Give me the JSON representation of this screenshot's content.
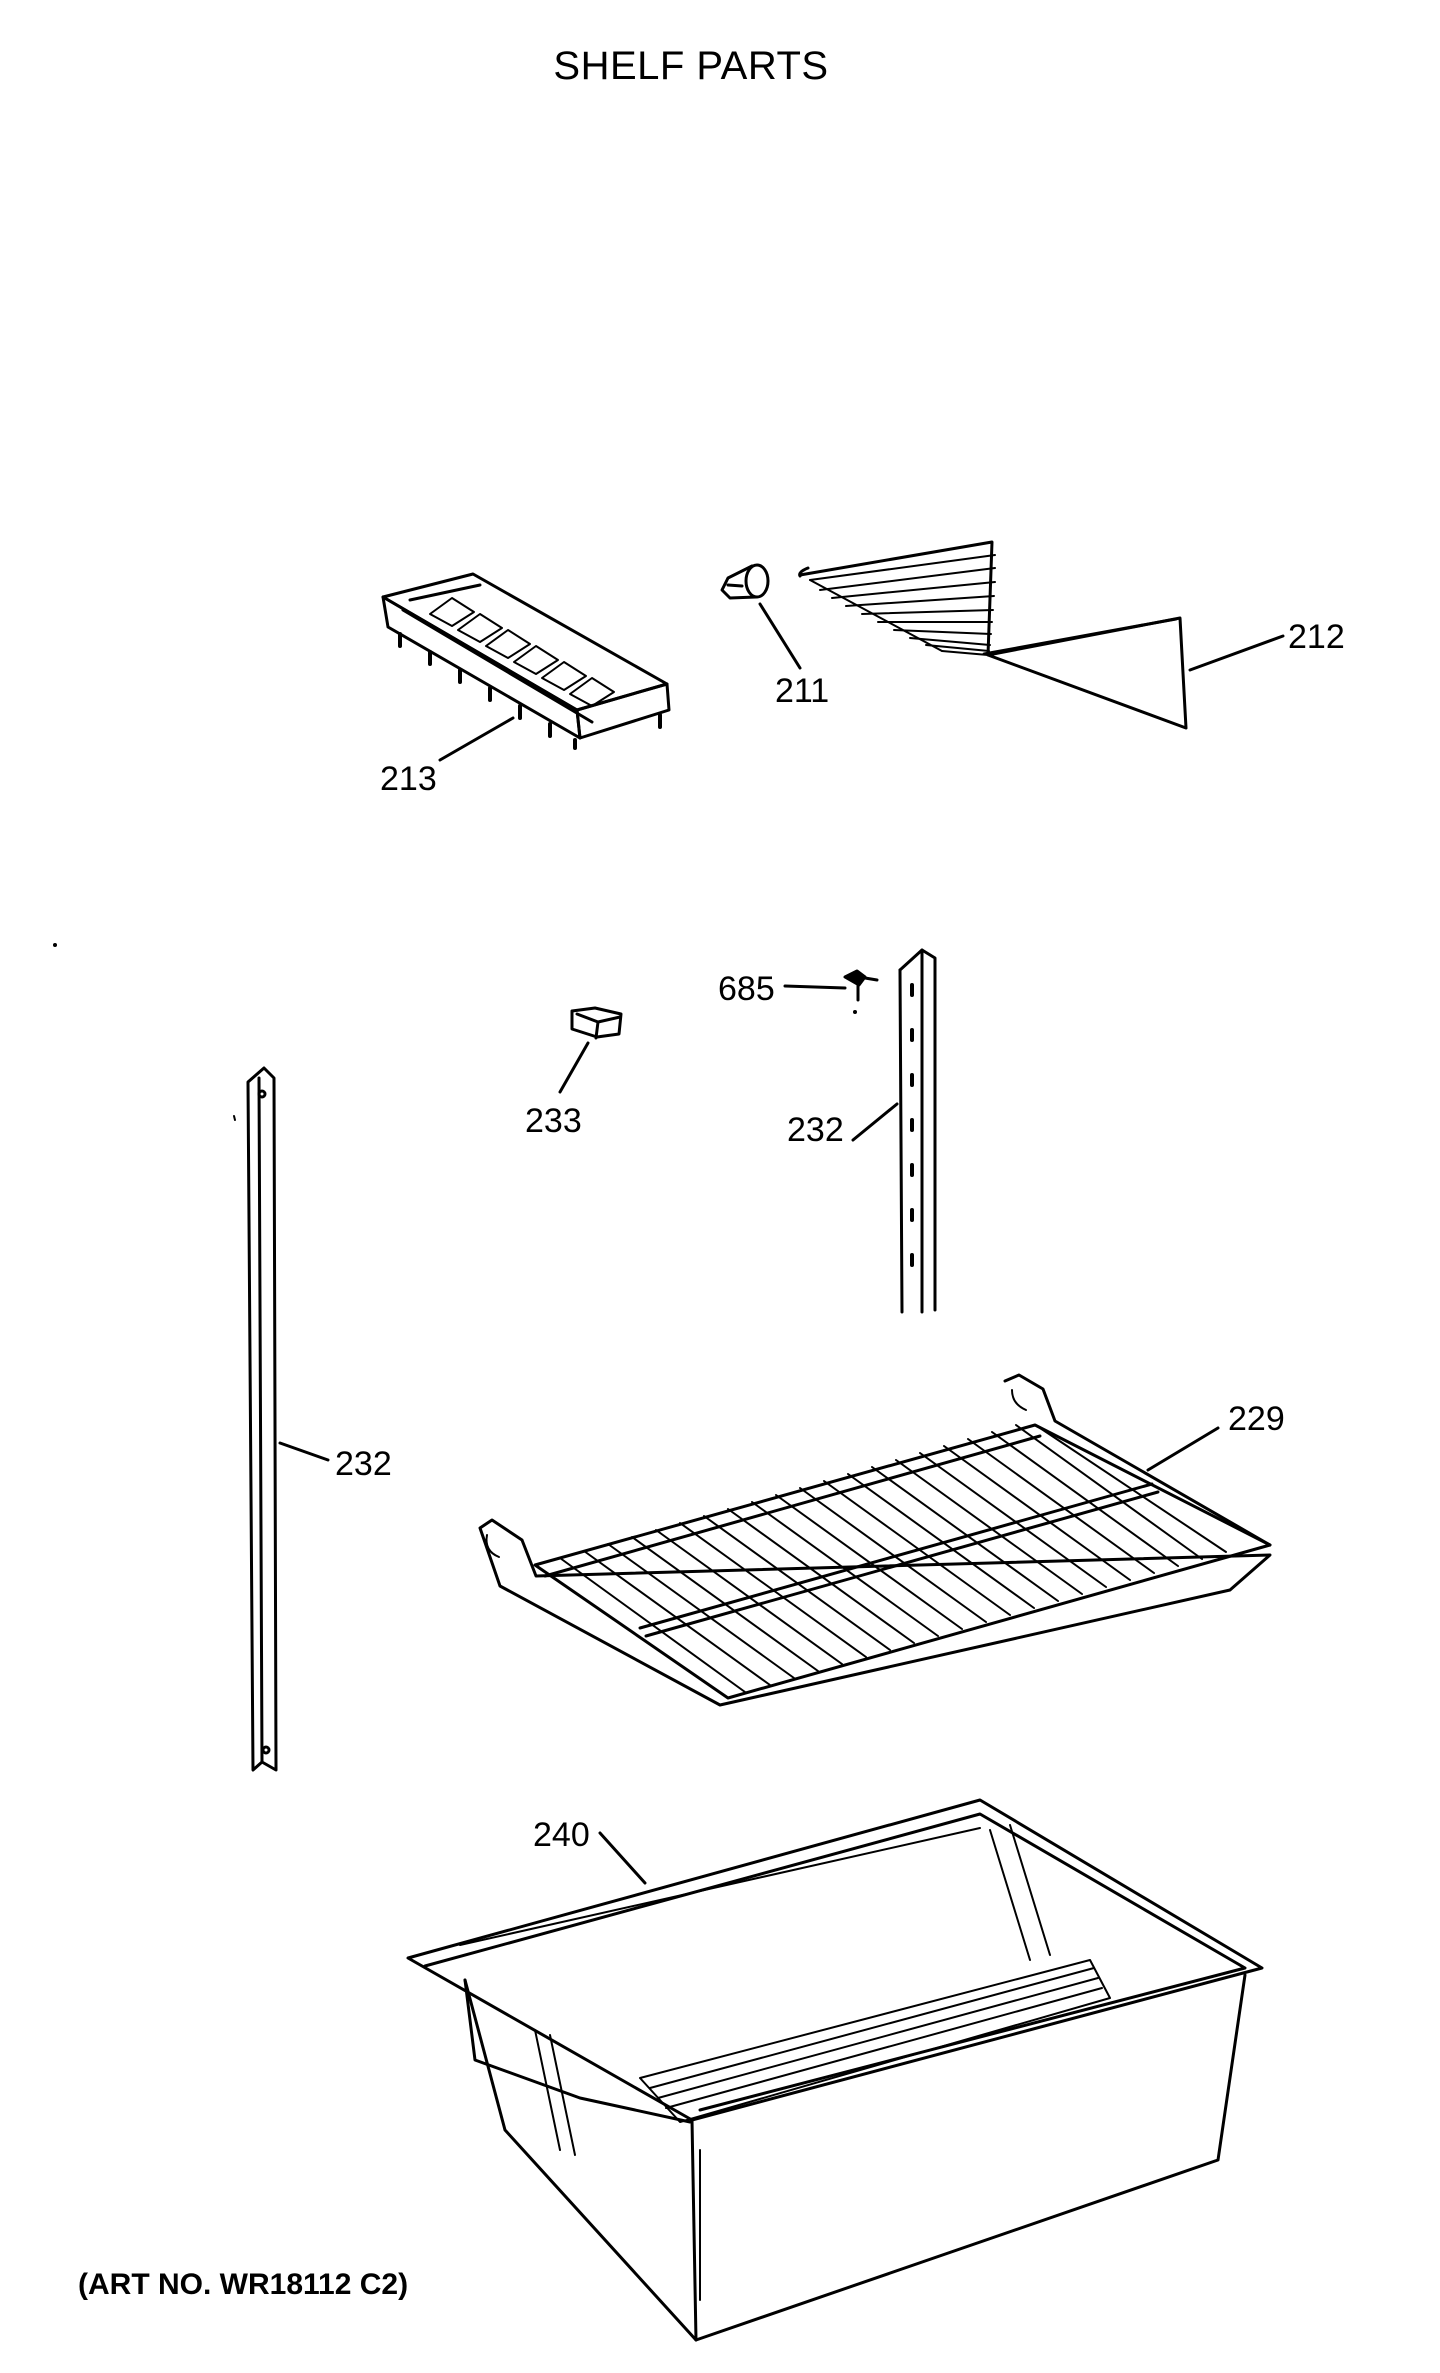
{
  "diagram": {
    "title": "SHELF PARTS",
    "art_number": "(ART NO. WR18112 C2)",
    "callouts": {
      "c211": "211",
      "c212": "212",
      "c213": "213",
      "c685": "685",
      "c233": "233",
      "c232_upper": "232",
      "c232_lower": "232",
      "c229": "229",
      "c240": "240"
    }
  }
}
